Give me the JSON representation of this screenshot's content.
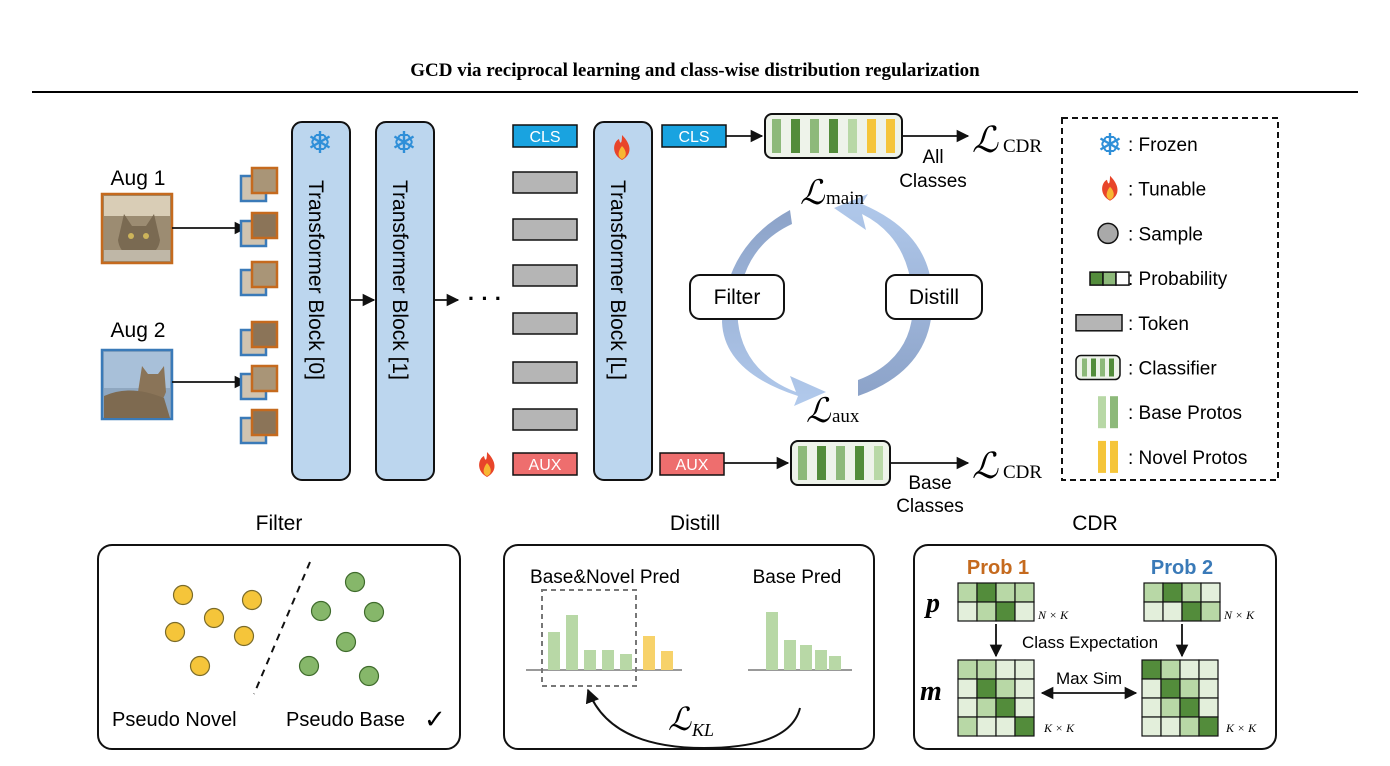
{
  "header": {
    "title": "GCD via reciprocal learning and class-wise distribution regularization"
  },
  "inputs": {
    "aug1": "Aug 1",
    "aug2": "Aug 2"
  },
  "blocks": [
    {
      "label": "Transformer Block [0]"
    },
    {
      "label": "Transformer Block [1]"
    },
    {
      "label": "Transformer Block [L]"
    }
  ],
  "ellipsis": "· · ·",
  "tokens": {
    "cls": "CLS",
    "aux": "AUX"
  },
  "outputs": {
    "loss_cdr": "ℒ",
    "loss_cdr_sub": "CDR",
    "all_classes_1": "All",
    "all_classes_2": "Classes",
    "base_classes_1": "Base",
    "base_classes_2": "Classes"
  },
  "cycle": {
    "main": "ℒ",
    "main_sub": "main",
    "aux": "ℒ",
    "aux_sub": "aux",
    "filter": "Filter",
    "distill": "Distill"
  },
  "legend": {
    "items": [
      {
        "icon": "snowflake-icon",
        "label": ": Frozen"
      },
      {
        "icon": "fire-icon",
        "label": ": Tunable"
      },
      {
        "icon": "sample-icon",
        "label": ": Sample"
      },
      {
        "icon": "probability-icon",
        "label": ": Probability"
      },
      {
        "icon": "token-icon",
        "label": ": Token"
      },
      {
        "icon": "classifier-icon",
        "label": ": Classifier"
      },
      {
        "icon": "base-protos-icon",
        "label": ": Base Protos"
      },
      {
        "icon": "novel-protos-icon",
        "label": ": Novel Protos"
      }
    ]
  },
  "panels": {
    "filter": {
      "title": "Filter",
      "pseudo_novel": "Pseudo Novel",
      "pseudo_base": "Pseudo Base",
      "check": "✓"
    },
    "distill": {
      "title": "Distill",
      "base_novel_pred": "Base&Novel Pred",
      "base_pred": "Base Pred",
      "loss": "ℒ",
      "loss_sub": "KL"
    },
    "cdr": {
      "title": "CDR",
      "prob1": "Prob 1",
      "prob2": "Prob 2",
      "p": "p",
      "m": "m",
      "nxk": "N × K",
      "kxk": "K × K",
      "class_expectation": "Class Expectation",
      "max_sim": "Max Sim"
    }
  },
  "colors": {
    "block_fill": "#bcd6ee",
    "cls_fill": "#19a3e0",
    "aux_fill": "#ee6e6e",
    "token_fill": "#b5b5b5",
    "dark_green": "#538c3b",
    "mid_green": "#8db97a",
    "light_green": "#b8d8a6",
    "pale_green": "#e3efdb",
    "yellow": "#f5c53a",
    "prob1_color": "#c56a1e",
    "prob2_color": "#3a7ab8",
    "cycle_arrow": "#8fa8cf"
  }
}
